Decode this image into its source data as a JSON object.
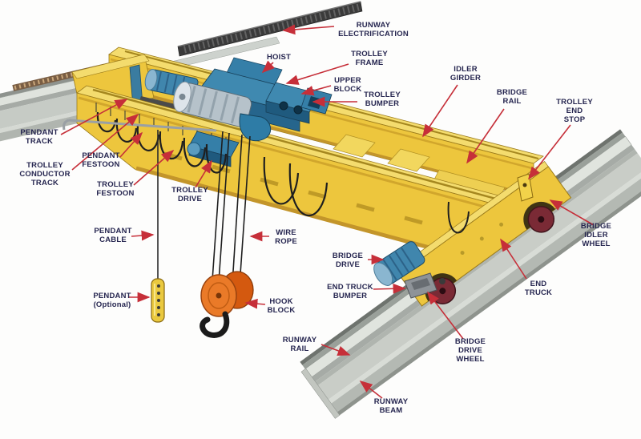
{
  "diagram": {
    "subject": "Overhead double-girder bridge crane components",
    "colors": {
      "arrow_red": "#c62f39",
      "label_text": "#262650",
      "girder_yellow": "#edc63d",
      "girder_light": "#f4dc6e",
      "girder_shade": "#c3952a",
      "trolley_blue": "#3f89b0",
      "trolley_blue_dark": "#26658c",
      "steel_gray": "#c9cdc7",
      "rail_dark": "#3a3a3a",
      "hook_orange": "#ea7a28",
      "wheel_maroon": "#7a2a35",
      "pendant_yellow": "#eac93f"
    }
  },
  "labels": [
    {
      "id": "runway-electrification",
      "text": "RUNWAY\nELECTRIFICATION"
    },
    {
      "id": "hoist",
      "text": "HOIST"
    },
    {
      "id": "trolley-frame",
      "text": "TROLLEY\nFRAME"
    },
    {
      "id": "upper-block",
      "text": "UPPER\nBLOCK"
    },
    {
      "id": "trolley-bumper",
      "text": "TROLLEY\nBUMPER"
    },
    {
      "id": "idler-girder",
      "text": "IDLER\nGIRDER"
    },
    {
      "id": "bridge-rail",
      "text": "BRIDGE\nRAIL"
    },
    {
      "id": "trolley-end-stop",
      "text": "TROLLEY\nEND\nSTOP"
    },
    {
      "id": "bridge-idler-wheel",
      "text": "BRIDGE\nIDLER\nWHEEL"
    },
    {
      "id": "end-truck",
      "text": "END\nTRUCK"
    },
    {
      "id": "bridge-drive",
      "text": "BRIDGE\nDRIVE"
    },
    {
      "id": "end-truck-bumper",
      "text": "END TRUCK\nBUMPER"
    },
    {
      "id": "bridge-drive-wheel",
      "text": "BRIDGE\nDRIVE\nWHEEL"
    },
    {
      "id": "runway-rail",
      "text": "RUNWAY\nRAIL"
    },
    {
      "id": "runway-beam",
      "text": "RUNWAY\nBEAM"
    },
    {
      "id": "wire-rope",
      "text": "WIRE\nROPE"
    },
    {
      "id": "hook-block",
      "text": "HOOK\nBLOCK"
    },
    {
      "id": "pendant-optional",
      "text": "PENDANT\n(Optional)"
    },
    {
      "id": "pendant-cable",
      "text": "PENDANT\nCABLE"
    },
    {
      "id": "pendant-track",
      "text": "PENDANT\nTRACK"
    },
    {
      "id": "trolley-conductor-track",
      "text": "TROLLEY\nCONDUCTOR\nTRACK"
    },
    {
      "id": "pendant-festoon",
      "text": "PENDANT\nFESTOON"
    },
    {
      "id": "trolley-festoon",
      "text": "TROLLEY\nFESTOON"
    },
    {
      "id": "trolley-drive",
      "text": "TROLLEY\nDRIVE"
    }
  ]
}
